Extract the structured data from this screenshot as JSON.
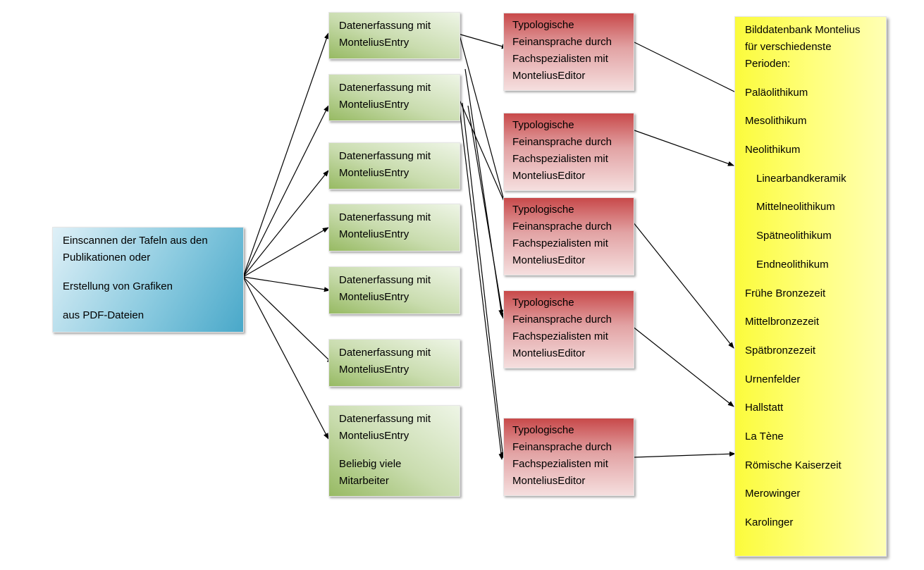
{
  "source": {
    "lines": [
      "Einscannen der Tafeln aus den",
      "Publikationen oder",
      "Erstellung von Grafiken",
      "aus PDF-Dateien"
    ]
  },
  "entries": [
    {
      "line1": "Datenerfassung mit",
      "line2": "MonteliusEntry"
    },
    {
      "line1": "Datenerfassung mit",
      "line2": "MonteliusEntry"
    },
    {
      "line1": "Datenerfassung mit",
      "line2": "MonteliusEntry"
    },
    {
      "line1": "Datenerfassung mit",
      "line2": "MonteliusEntry"
    },
    {
      "line1": "Datenerfassung mit",
      "line2": "MonteliusEntry"
    },
    {
      "line1": "Datenerfassung mit",
      "line2": "MonteliusEntry"
    },
    {
      "line1": "Datenerfassung mit",
      "line2": "MonteliusEntry",
      "line3": "Beliebig viele",
      "line4": "Mitarbeiter"
    }
  ],
  "editor": {
    "lines": [
      "Typologische",
      "Feinansprache durch",
      "Fachspezialisten mit",
      "MonteliusEditor"
    ]
  },
  "database": {
    "title_lines": [
      "Bilddatenbank Montelius",
      "für verschiedenste",
      "Perioden:"
    ],
    "periods": [
      {
        "label": "Paläolithikum",
        "sub": false
      },
      {
        "label": "Mesolithikum",
        "sub": false
      },
      {
        "label": "Neolithikum",
        "sub": false
      },
      {
        "label": "Linearbandkeramik",
        "sub": true
      },
      {
        "label": "Mittelneolithikum",
        "sub": true
      },
      {
        "label": "Spätneolithikum",
        "sub": true
      },
      {
        "label": "Endneolithikum",
        "sub": true
      },
      {
        "label": "Frühe Bronzezeit",
        "sub": false
      },
      {
        "label": "Mittelbronzezeit",
        "sub": false
      },
      {
        "label": "Spätbronzezeit",
        "sub": false
      },
      {
        "label": "Urnenfelder",
        "sub": false
      },
      {
        "label": "Hallstatt",
        "sub": false
      },
      {
        "label": "La Tène",
        "sub": false
      },
      {
        "label": "Römische Kaiserzeit",
        "sub": false
      },
      {
        "label": "Merowinger",
        "sub": false
      },
      {
        "label": "Karolinger",
        "sub": false
      }
    ]
  },
  "colors": {
    "source": "#49a8c9",
    "entry": "#97ba63",
    "editor": "#c8494a",
    "database": "#ffff66",
    "arrow": "#000000"
  }
}
